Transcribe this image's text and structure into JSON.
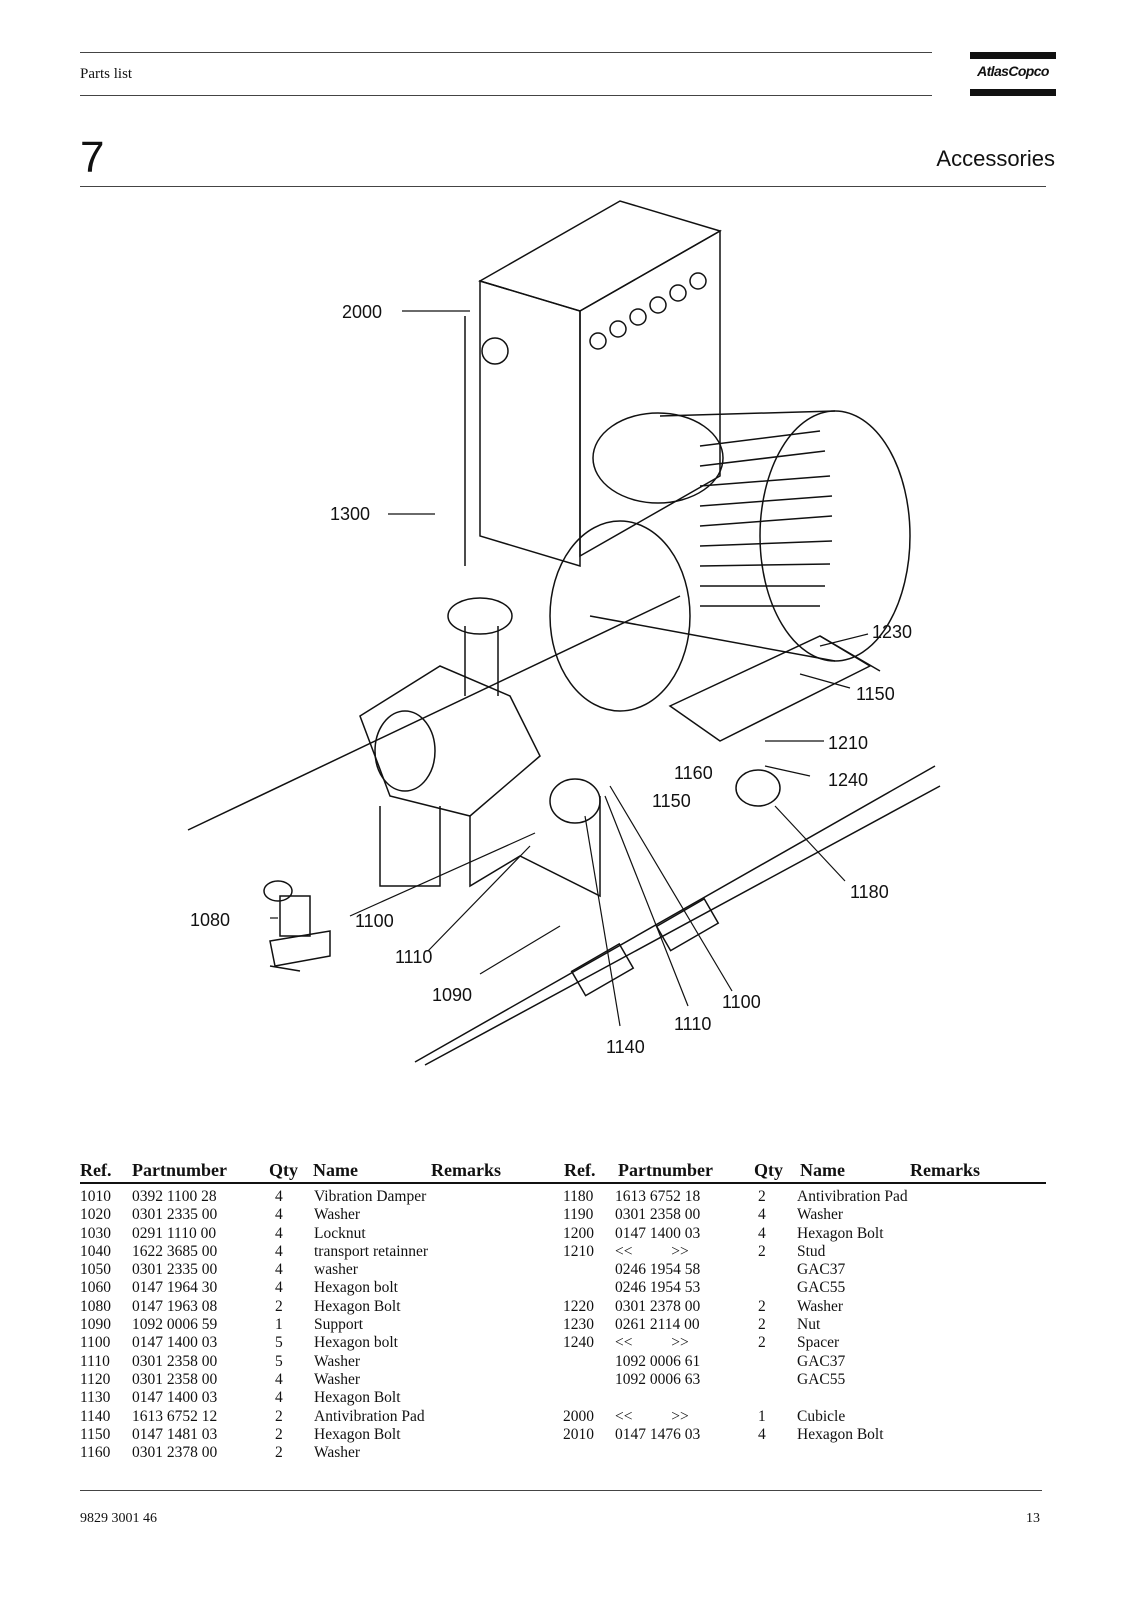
{
  "header": {
    "label": "Parts list",
    "logo_text": "AtlasCopco"
  },
  "section": {
    "number": "7",
    "title": "Accessories"
  },
  "drawing": {
    "callouts": [
      "2000",
      "1300",
      "1230",
      "1150",
      "1210",
      "1240",
      "1160",
      "1150",
      "1180",
      "1080",
      "1100",
      "1110",
      "1090",
      "1100",
      "1110",
      "1140"
    ]
  },
  "table": {
    "headers": {
      "ref": "Ref.",
      "partnumber": "Partnumber",
      "qty": "Qty",
      "name": "Name",
      "remarks": "Remarks"
    },
    "left": [
      {
        "ref": "1010",
        "part": "0392 1100 28",
        "qty": "4",
        "name": "Vibration Damper"
      },
      {
        "ref": "1020",
        "part": "0301 2335 00",
        "qty": "4",
        "name": "Washer"
      },
      {
        "ref": "1030",
        "part": "0291 1110 00",
        "qty": "4",
        "name": "Locknut"
      },
      {
        "ref": "1040",
        "part": "1622 3685 00",
        "qty": "4",
        "name": "transport retainner"
      },
      {
        "ref": "1050",
        "part": "0301 2335 00",
        "qty": "4",
        "name": "washer"
      },
      {
        "ref": "1060",
        "part": "0147 1964 30",
        "qty": "4",
        "name": "Hexagon bolt"
      },
      {
        "ref": "1080",
        "part": "0147 1963 08",
        "qty": "2",
        "name": "Hexagon Bolt"
      },
      {
        "ref": "1090",
        "part": "1092 0006 59",
        "qty": "1",
        "name": "Support"
      },
      {
        "ref": "1100",
        "part": "0147 1400 03",
        "qty": "5",
        "name": "Hexagon bolt"
      },
      {
        "ref": "1110",
        "part": "0301 2358 00",
        "qty": "5",
        "name": "Washer"
      },
      {
        "ref": "1120",
        "part": "0301 2358 00",
        "qty": "4",
        "name": "Washer"
      },
      {
        "ref": "1130",
        "part": "0147 1400 03",
        "qty": "4",
        "name": "Hexagon Bolt"
      },
      {
        "ref": "1140",
        "part": "1613 6752 12",
        "qty": "2",
        "name": "Antivibration Pad"
      },
      {
        "ref": "1150",
        "part": "0147 1481 03",
        "qty": "2",
        "name": "Hexagon Bolt"
      },
      {
        "ref": "1160",
        "part": "0301 2378 00",
        "qty": "2",
        "name": "Washer"
      }
    ],
    "right": [
      {
        "ref": "1180",
        "part": "1613 6752 18",
        "qty": "2",
        "name": "Antivibration Pad"
      },
      {
        "ref": "1190",
        "part": "0301 2358 00",
        "qty": "4",
        "name": "Washer"
      },
      {
        "ref": "1200",
        "part": "0147 1400 03",
        "qty": "4",
        "name": "Hexagon Bolt"
      },
      {
        "ref": "1210",
        "part": "<<          >>",
        "qty": "2",
        "name": "Stud"
      },
      {
        "ref": "",
        "part": "0246 1954 58",
        "qty": "",
        "name": "GAC37"
      },
      {
        "ref": "",
        "part": "0246 1954 53",
        "qty": "",
        "name": "GAC55"
      },
      {
        "ref": "1220",
        "part": "0301 2378 00",
        "qty": "2",
        "name": "Washer"
      },
      {
        "ref": "1230",
        "part": "0261 2114 00",
        "qty": "2",
        "name": "Nut"
      },
      {
        "ref": "1240",
        "part": "<<          >>",
        "qty": "2",
        "name": "Spacer"
      },
      {
        "ref": "",
        "part": "1092 0006 61",
        "qty": "",
        "name": "GAC37"
      },
      {
        "ref": "",
        "part": "1092 0006 63",
        "qty": "",
        "name": "GAC55"
      },
      {
        "ref": "",
        "part": "",
        "qty": "",
        "name": ""
      },
      {
        "ref": "2000",
        "part": "<<          >>",
        "qty": "1",
        "name": "Cubicle"
      },
      {
        "ref": "2010",
        "part": "0147 1476 03",
        "qty": "4",
        "name": "Hexagon Bolt"
      }
    ]
  },
  "footer": {
    "doc_number": "9829 3001 46",
    "page": "13"
  }
}
